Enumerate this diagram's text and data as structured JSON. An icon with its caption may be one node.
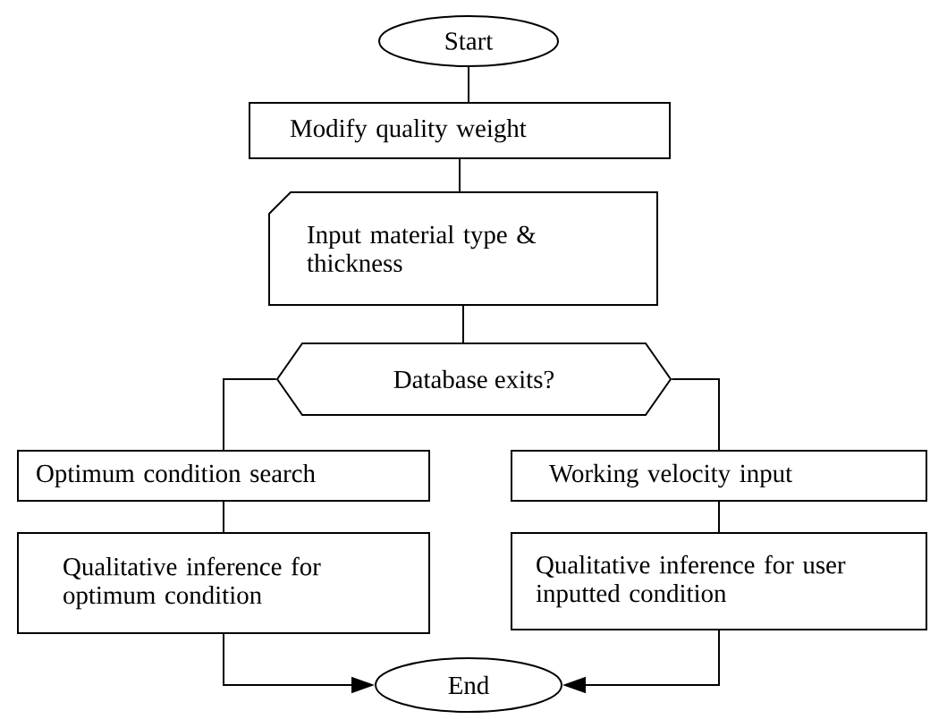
{
  "diagram": {
    "nodes": [
      {
        "text": [
          "Start"
        ]
      },
      {
        "text": [
          "Modify quality weight"
        ]
      },
      {
        "text": [
          "Input material type & thickness"
        ]
      },
      {
        "text": [
          "Database exits?"
        ]
      },
      {
        "text": [
          "Optimum condition search"
        ]
      },
      {
        "text": [
          "Working velocity input"
        ]
      },
      {
        "text": [
          "Qualitative inference for optimum condition"
        ]
      },
      {
        "text": [
          "Qualitative inference for user inputted condition"
        ]
      },
      {
        "text": [
          "End"
        ]
      }
    ],
    "edges": [
      {
        "from": 0,
        "to": 1,
        "arrow": "none"
      },
      {
        "from": 1,
        "to": 2,
        "arrow": "none"
      },
      {
        "from": 2,
        "to": 3,
        "arrow": "none"
      },
      {
        "from": 3,
        "to": 4,
        "arrow": "none"
      },
      {
        "from": 3,
        "to": 5,
        "arrow": "none"
      },
      {
        "from": 4,
        "to": 6,
        "arrow": "none"
      },
      {
        "from": 5,
        "to": 7,
        "arrow": "none"
      },
      {
        "from": 6,
        "to": 8,
        "arrow": "to"
      },
      {
        "from": 7,
        "to": 8,
        "arrow": "to"
      }
    ]
  }
}
